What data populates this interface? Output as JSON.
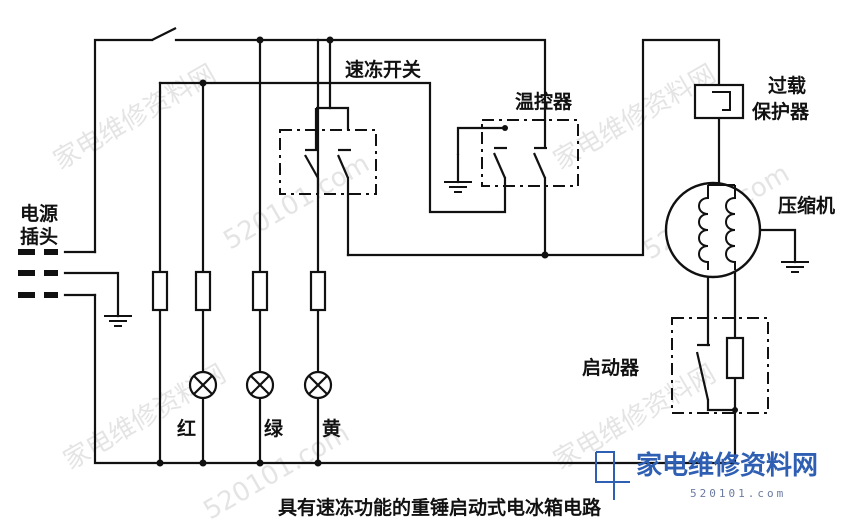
{
  "labels": {
    "quick_freeze_switch": "速冻开关",
    "thermostat": "温控器",
    "overload_protector_l1": "过载",
    "overload_protector_l2": "保护器",
    "power_plug_l1": "电源",
    "power_plug_l2": "插头",
    "compressor": "压缩机",
    "starter": "启动器",
    "lamp_red": "红",
    "lamp_green": "绿",
    "lamp_yellow": "黄"
  },
  "caption": "具有速冻功能的重锤启动式电冰箱电路",
  "watermarks": {
    "site_cn": "家电维修资料网",
    "site_url": "520101.com"
  },
  "logo": {
    "cn": "家电维修资料网",
    "url": "520101.com"
  },
  "colors": {
    "line": "#111111",
    "logo_blue": "#2f5fb3"
  }
}
